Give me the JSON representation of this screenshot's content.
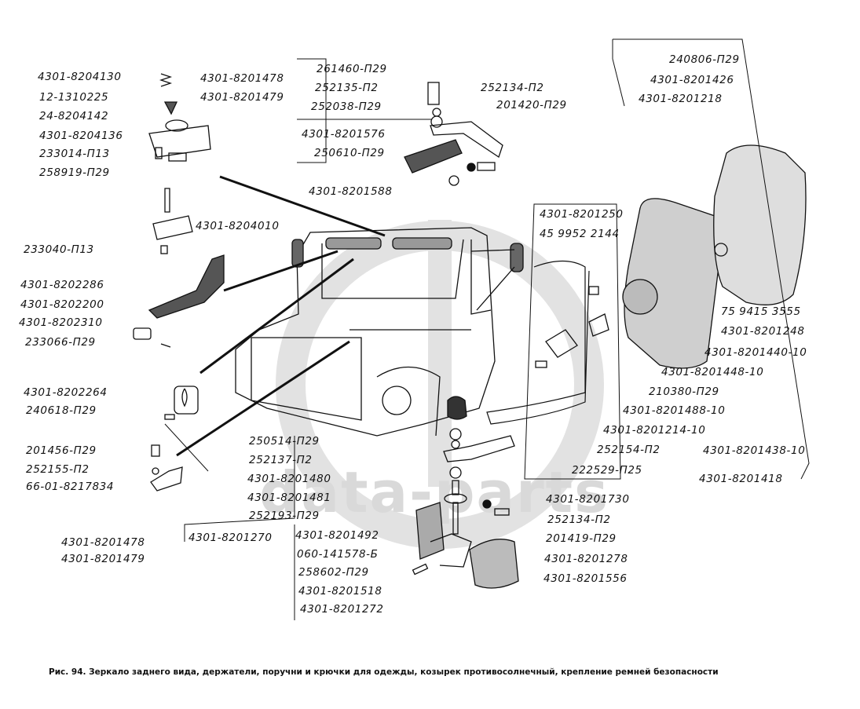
{
  "watermark": {
    "text": "data-parts"
  },
  "caption": "Рис. 94. Зеркало заднего вида, держатели, поручни и крючки для одежды, козырек противосолнечный, крепление ремней безопасности",
  "labels": {
    "top_left_group": [
      "4301-8204130",
      "12-1310225",
      "24-8204142",
      "4301-8204136",
      "233014-П13",
      "258919-П29"
    ],
    "top_center_parent": [
      "4301-8201478",
      "4301-8201479"
    ],
    "top_center_group": [
      "261460-П29",
      "252135-П2",
      "252038-П29",
      "4301-8201576",
      "250610-П29",
      "4301-8201588"
    ],
    "top_center_right": [
      "252134-П2",
      "201420-П29"
    ],
    "top_right_group": [
      "240806-П29",
      "4301-8201426",
      "4301-8201218"
    ],
    "mid_left": [
      "4301-8204010",
      "233040-П13",
      "4301-8202286",
      "4301-8202200",
      "4301-8202310",
      "233066-П29"
    ],
    "lower_left": [
      "4301-8202264",
      "240618-П29",
      "201456-П29",
      "252155-П2",
      "66-01-8217834"
    ],
    "right_mirror": [
      "4301-8201250",
      "45 9952 2144",
      "75 9415 3555",
      "4301-8201248",
      "4301-8201440-10",
      "4301-8201448-10",
      "210380-П29",
      "4301-8201488-10",
      "4301-8201214-10",
      "252154-П2",
      "222529-П25",
      "4301-8201438-10",
      "4301-8201418"
    ],
    "bottom_center_group": [
      "250514-П29",
      "252137-П2",
      "4301-8201480",
      "4301-8201481",
      "252193-П29"
    ],
    "bottom_left_parent": [
      "4301-8201478",
      "4301-8201479",
      "4301-8201270"
    ],
    "bottom_bracket_group": [
      "4301-8201492",
      "060-141578-Б",
      "258602-П29",
      "4301-8201518",
      "4301-8201272"
    ],
    "bottom_right": [
      "4301-8201730",
      "252134-П2",
      "201419-П29",
      "4301-8201278",
      "4301-8201556"
    ]
  }
}
